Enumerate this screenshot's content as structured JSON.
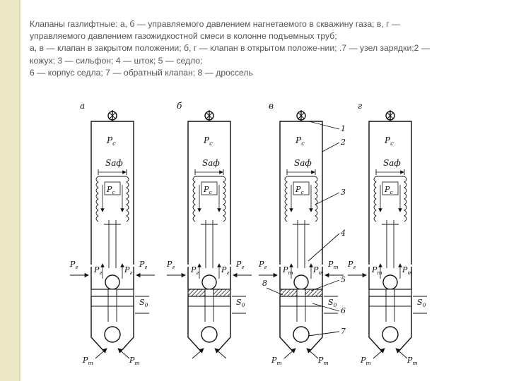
{
  "caption": {
    "lines": [
      "Клапаны газлифтные: а, б — управляемого давлением нагнетаемого в скважину газа; в, г —",
      "управляемого давлением газожидкостной смеси в колонне подъемных труб;",
      "а, в — клапан в закрытом положении; б, г — клапан в открытом положе-нии; .7 — узел зарядки;2 —",
      "кожух; 3 — сильфон; 4 — шток; 5 — седло;",
      "6 — корпус седла; 7 — обратный клапан; 8 — дроссель"
    ]
  },
  "valves": [
    {
      "letter": "а",
      "p_top": "Pc",
      "s_label": "Sаф",
      "p_bellows": "Pc",
      "p_side_left": "Pг",
      "p_side_right": "Pг",
      "p_inner_left": "Pг",
      "p_inner_right": "Pг",
      "s0": "S0",
      "p_bottom_left": "Pт",
      "p_bottom_right": "Pт"
    },
    {
      "letter": "б",
      "p_top": "Pc",
      "s_label": "Sаф",
      "p_bellows": "Pc",
      "p_side_left": "Pг",
      "p_side_right": "Pг",
      "p_inner_left": "Pг",
      "p_inner_right": "Pг",
      "s0": "S0",
      "p_bottom_left": "",
      "p_bottom_right": ""
    },
    {
      "letter": "в",
      "p_top": "Pc",
      "s_label": "Sаф",
      "p_bellows": "Pc",
      "p_side_left": "Pг",
      "p_side_right": "Pт",
      "p_inner_left": "Pт",
      "p_inner_right": "Pт",
      "s0": "S0",
      "p_bottom_left": "Pт",
      "p_bottom_right": "Pт"
    },
    {
      "letter": "г",
      "p_top": "Pc",
      "s_label": "Sаф",
      "p_bellows": "Pc",
      "p_side_left": "Pг",
      "p_side_right": "",
      "p_inner_left": "Pт",
      "p_inner_right": "Pт",
      "s0": "S0",
      "p_bottom_left": "Pт",
      "p_bottom_right": "Pт"
    }
  ],
  "callouts": [
    "1",
    "2",
    "3",
    "4",
    "5",
    "6",
    "7",
    "8"
  ]
}
